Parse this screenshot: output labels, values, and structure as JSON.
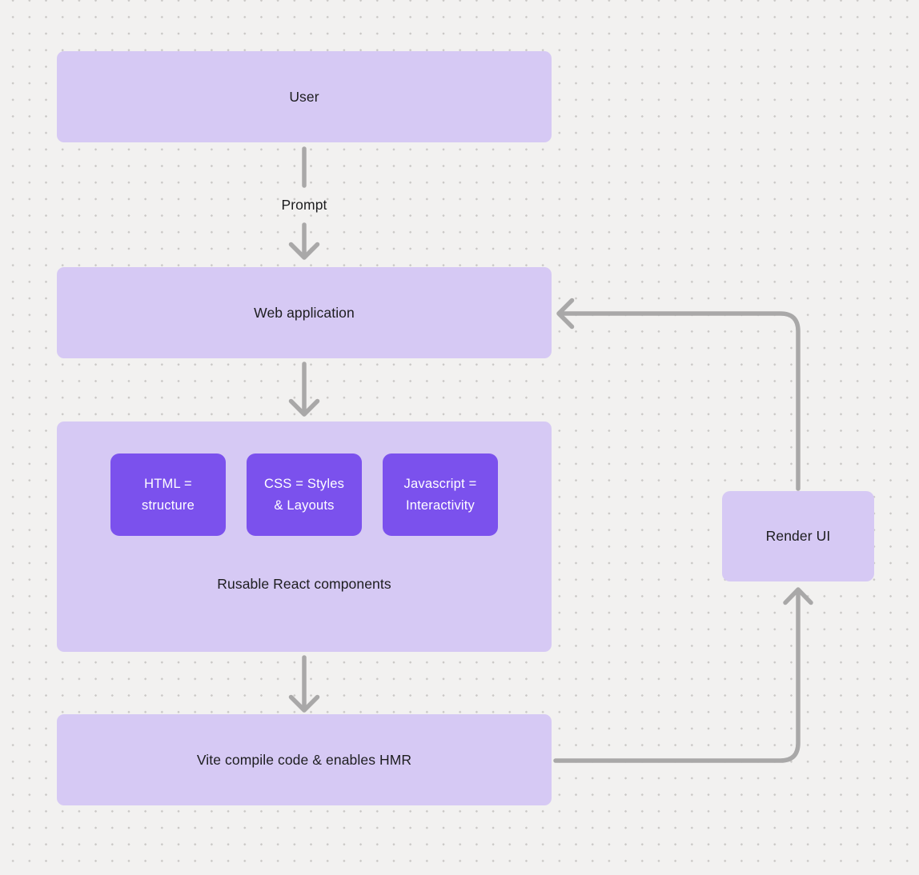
{
  "canvas": {
    "background_color": "#f2f1f0",
    "dot_color": "#c9c7c5"
  },
  "colors": {
    "node_fill_light": "#d6c9f4",
    "node_fill_dark": "#7b51ed",
    "connector": "#a9a8a8",
    "text_dark": "#1d1d1f",
    "text_light": "#ffffff"
  },
  "nodes": {
    "user": {
      "label": "User"
    },
    "web_application": {
      "label": "Web application"
    },
    "components": {
      "caption": "Rusable React components",
      "items": [
        {
          "label": "HTML =\nstructure"
        },
        {
          "label": "CSS = Styles\n& Layouts"
        },
        {
          "label": "Javascript =\nInteractivity"
        }
      ]
    },
    "vite": {
      "label": "Vite compile code & enables HMR"
    },
    "render_ui": {
      "label": "Render UI"
    }
  },
  "edges": {
    "user_to_web": {
      "label": "Prompt"
    }
  }
}
